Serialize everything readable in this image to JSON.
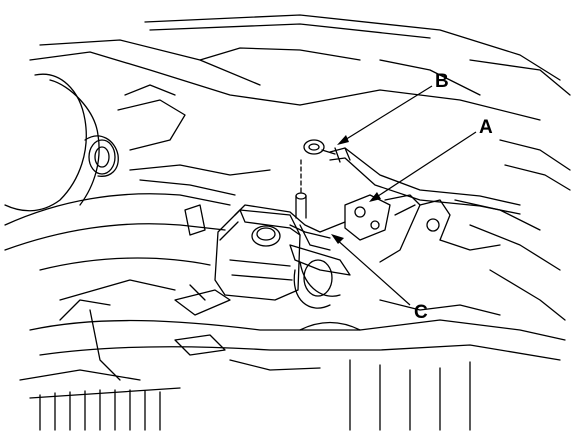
{
  "diagram": {
    "callouts": {
      "a": "A",
      "b": "B",
      "c": "C"
    }
  },
  "colors": {
    "line": "#000000",
    "background": "#ffffff"
  }
}
